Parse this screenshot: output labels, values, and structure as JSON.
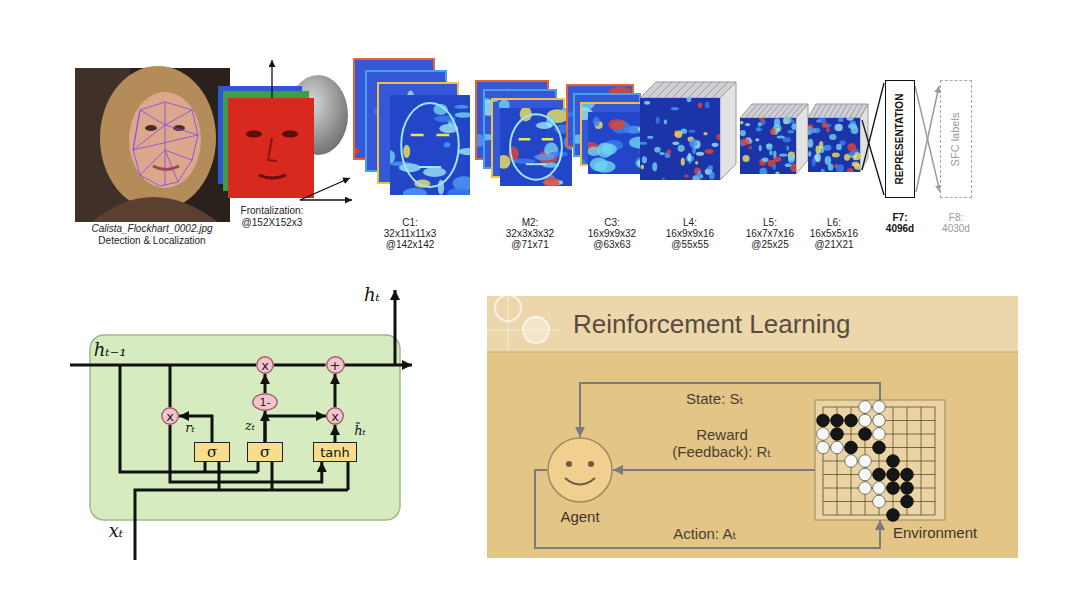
{
  "diagram": {
    "nodes": [
      {
        "text": [
          "REPRESENTATION"
        ]
      },
      {
        "text": [
          "SFC labels"
        ]
      },
      {
        "text": [
          "x"
        ]
      },
      {
        "text": [
          "+"
        ]
      },
      {
        "text": [
          "1-"
        ]
      },
      {
        "text": [
          "x"
        ]
      },
      {
        "text": [
          "x"
        ]
      },
      {
        "text": [
          "σ"
        ]
      },
      {
        "text": [
          "σ"
        ]
      },
      {
        "text": [
          "tanh"
        ]
      },
      {
        "text": [
          "Reinforcement Learning"
        ]
      },
      {
        "text": [
          "Agent"
        ]
      },
      {
        "text": [
          "Environment"
        ]
      }
    ],
    "edges": [
      {
        "from": 0,
        "to": 1,
        "arrow": "to"
      },
      {
        "from": 7,
        "to": 5,
        "arrow": "to"
      },
      {
        "from": 8,
        "to": 4,
        "arrow": "to"
      },
      {
        "from": 4,
        "to": 2,
        "arrow": "to"
      },
      {
        "from": 8,
        "to": 6,
        "arrow": "to"
      },
      {
        "from": 9,
        "to": 6,
        "arrow": "to"
      },
      {
        "from": 6,
        "to": 3,
        "arrow": "to"
      },
      {
        "from": 2,
        "to": 3,
        "arrow": "none"
      },
      {
        "from": 5,
        "to": 9,
        "arrow": "to"
      },
      {
        "from": 12,
        "to": 11,
        "arrow": "to",
        "label": "State: Sₜ"
      },
      {
        "from": 12,
        "to": 11,
        "arrow": "to",
        "label": "Reward (Feedback): Rₜ"
      },
      {
        "from": 11,
        "to": 12,
        "arrow": "to",
        "label": "Action: Aₜ"
      }
    ],
    "labels": [
      "Calista_Flockhart_0002.jpg",
      "Detection & Localization",
      "Frontalization:",
      "@152X152x3",
      "C1:",
      "32x11x11x3",
      "@142x142",
      "M2:",
      "32x3x3x32",
      "@71x71",
      "C3:",
      "16x9x9x32",
      "@63x63",
      "L4:",
      "16x9x9x16",
      "@55x55",
      "L5:",
      "16x7x7x16",
      "@25x25",
      "L6:",
      "16x5x5x16",
      "@21X21",
      "F7:",
      "4096d",
      "F8:",
      "4030d",
      "hₜ₋₁",
      "hₜ",
      "xₜ",
      "rₜ",
      "zₜ",
      "h̃ₜ"
    ]
  }
}
